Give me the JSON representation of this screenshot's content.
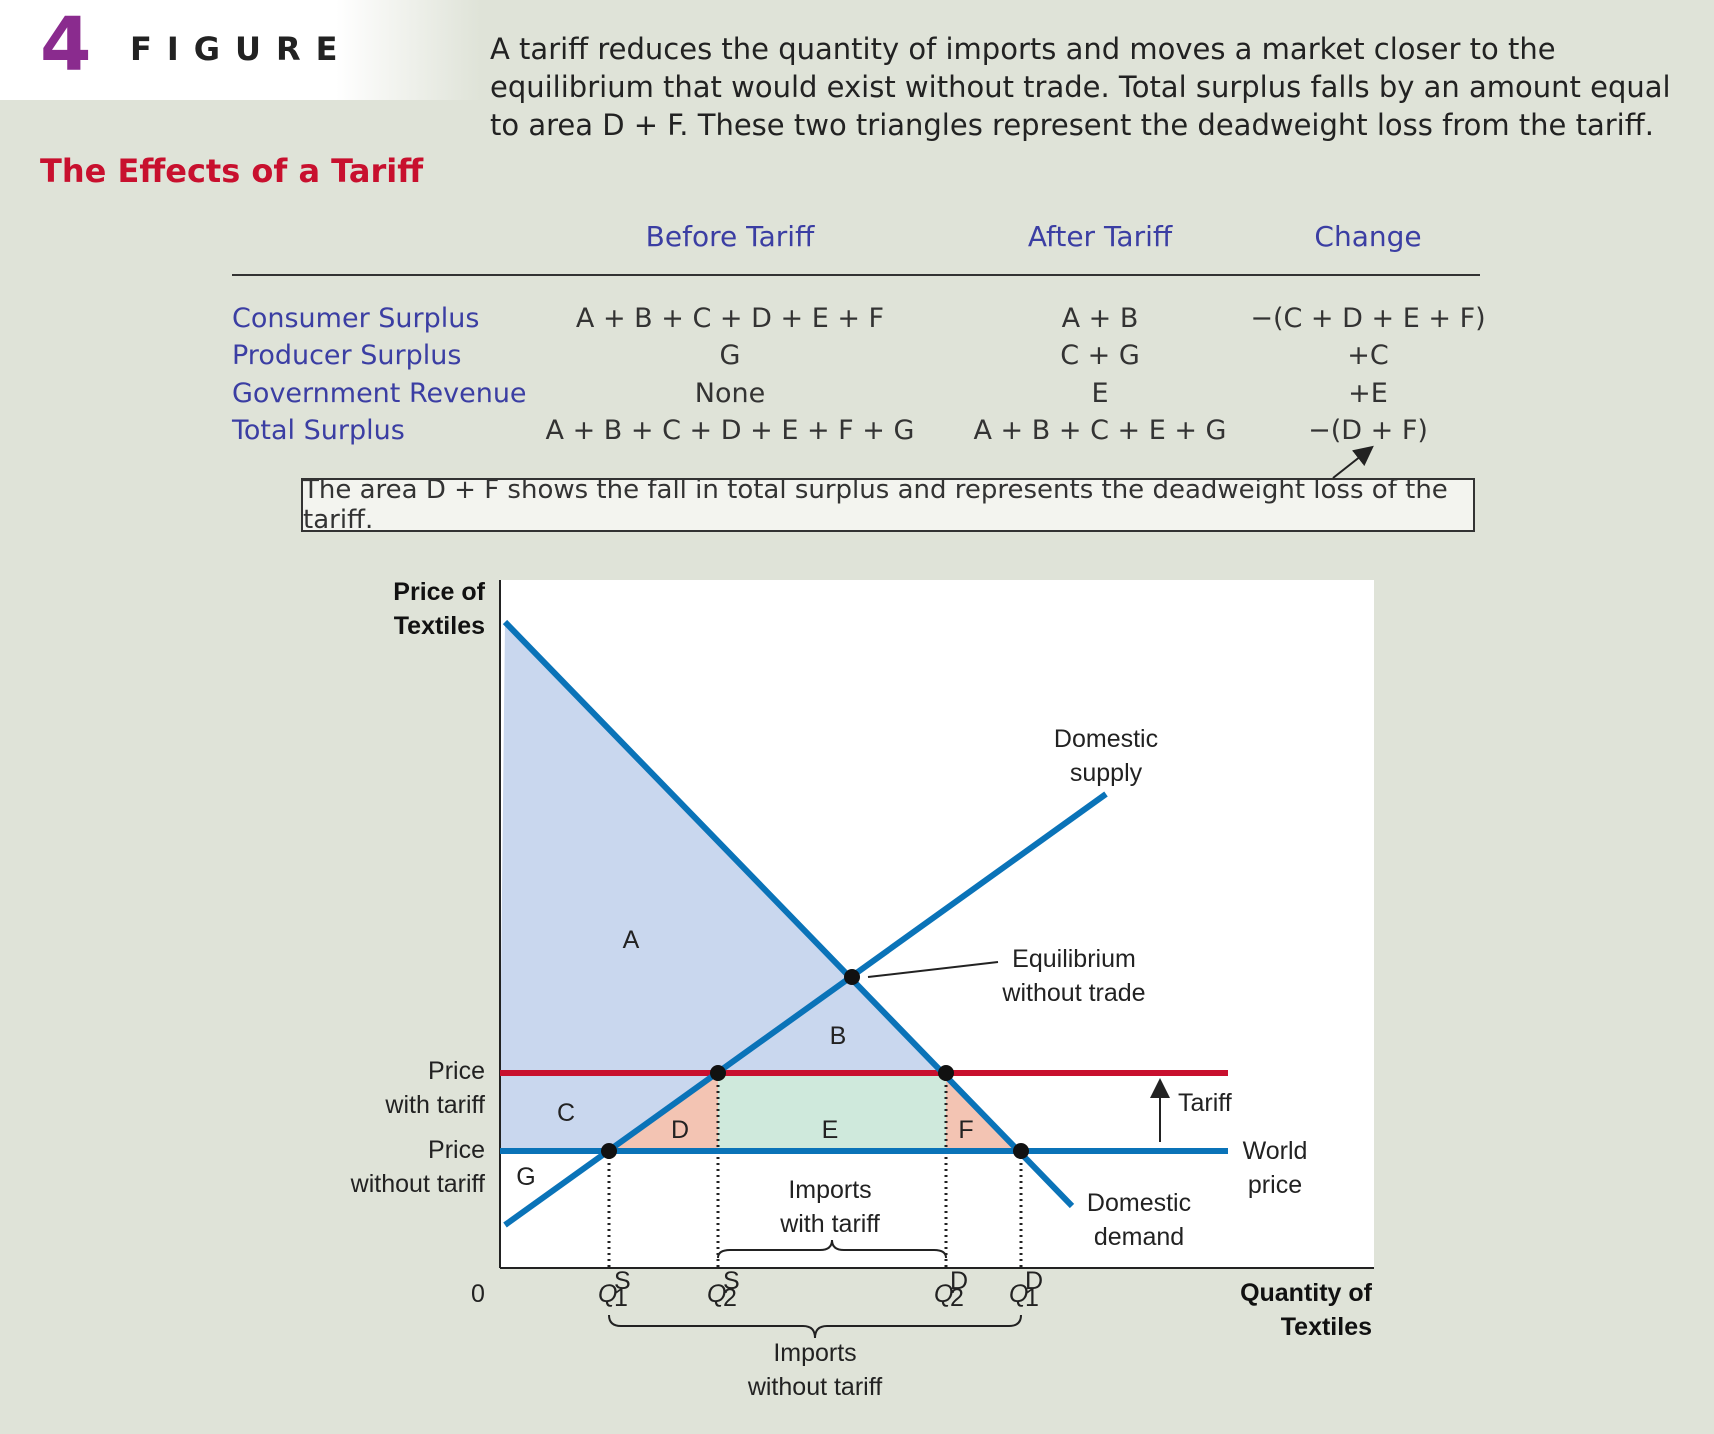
{
  "header": {
    "number": "4",
    "word": "FIGURE",
    "title": "The Effects of a Tariff",
    "caption": "A tariff reduces the quantity of imports and moves a market closer to the equilibrium that would exist without trade. Total surplus falls by an amount equal to area D + F. These two triangles represent the deadweight loss from the tariff."
  },
  "table": {
    "columns": [
      "Before Tariff",
      "After Tariff",
      "Change"
    ],
    "rows": [
      {
        "label": "Consumer Surplus",
        "before": "A + B + C + D + E + F",
        "after": "A + B",
        "change": "−(C + D + E + F)"
      },
      {
        "label": "Producer Surplus",
        "before": "G",
        "after": "C + G",
        "change": "+C"
      },
      {
        "label": "Government Revenue",
        "before": "None",
        "after": "E",
        "change": "+E"
      },
      {
        "label": "Total Surplus",
        "before": "A + B + C + D + E + F + G",
        "after": "A + B + C + E + G",
        "change": "−(D + F)"
      }
    ],
    "note": "The area D + F shows the fall in total surplus and represents the deadweight loss of the tariff."
  },
  "diagram": {
    "y_axis_label_1": "Price of",
    "y_axis_label_2": "Textiles",
    "x_axis_label_1": "Quantity of",
    "x_axis_label_2": "Textiles",
    "origin": "0",
    "price_with_tariff_1": "Price",
    "price_with_tariff_2": "with tariff",
    "price_without_tariff_1": "Price",
    "price_without_tariff_2": "without tariff",
    "supply_1": "Domestic",
    "supply_2": "supply",
    "demand_1": "Domestic",
    "demand_2": "demand",
    "equilibrium_1": "Equilibrium",
    "equilibrium_2": "without trade",
    "tariff": "Tariff",
    "world_price_1": "World",
    "world_price_2": "price",
    "imports_with_1": "Imports",
    "imports_with_2": "with tariff",
    "imports_without_1": "Imports",
    "imports_without_2": "without tariff",
    "areas": {
      "A": "A",
      "B": "B",
      "C": "C",
      "D": "D",
      "E": "E",
      "F": "F",
      "G": "G"
    },
    "q1s": "Q",
    "q1s_sup": "S",
    "q1s_sub": "1",
    "q2s": "Q",
    "q2s_sup": "S",
    "q2s_sub": "2",
    "q2d": "Q",
    "q2d_sup": "D",
    "q2d_sub": "2",
    "q1d": "Q",
    "q1d_sup": "D",
    "q1d_sub": "1",
    "colors": {
      "supply_demand": "#0a73b8",
      "tariff_line": "#c8102e",
      "consumer_fill": "#c9d7ee",
      "deadweight_fill": "#f3c4b3",
      "revenue_fill": "#cfe9dc"
    }
  }
}
